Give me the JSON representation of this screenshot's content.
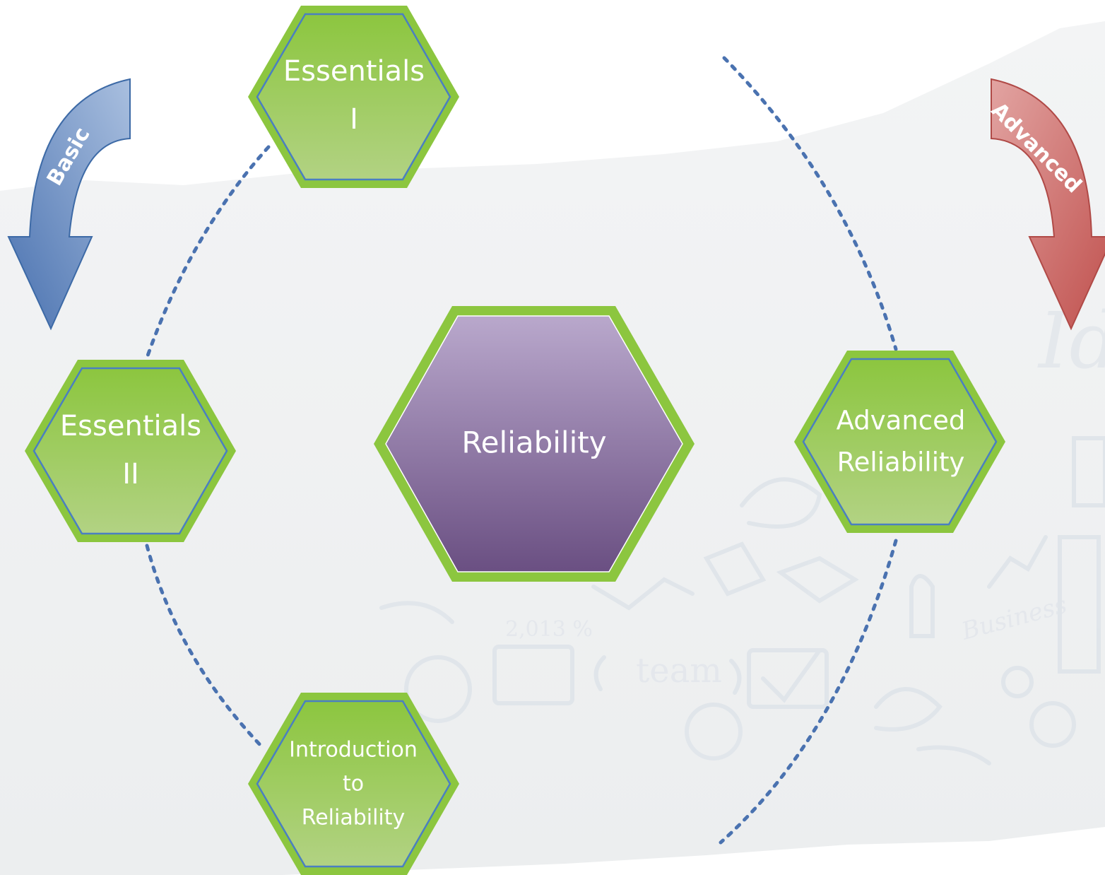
{
  "center": {
    "label": "Reliability"
  },
  "nodes": {
    "essentials_1": {
      "line1": "Essentials",
      "line2": "I"
    },
    "essentials_2": {
      "line1": "Essentials",
      "line2": "II"
    },
    "intro": {
      "line1": "Introduction",
      "line2": "to",
      "line3": "Reliability"
    },
    "advanced": {
      "line1": "Advanced",
      "line2": "Reliability"
    }
  },
  "arrows": {
    "basic": {
      "label": "Basic",
      "color": "#4a72b0"
    },
    "advanced": {
      "label": "Advanced",
      "color": "#c0504d"
    }
  },
  "background_doodles": {
    "idea": "Idea",
    "team": "team",
    "business": "Business",
    "percent": "2,013 %"
  },
  "colors": {
    "hex_green": "#8cc63f",
    "hex_outline": "#4a7fc1",
    "center_purple_top": "#b9a8cc",
    "center_purple_bottom": "#6a4f82",
    "dotted_line": "#4a72b0"
  }
}
